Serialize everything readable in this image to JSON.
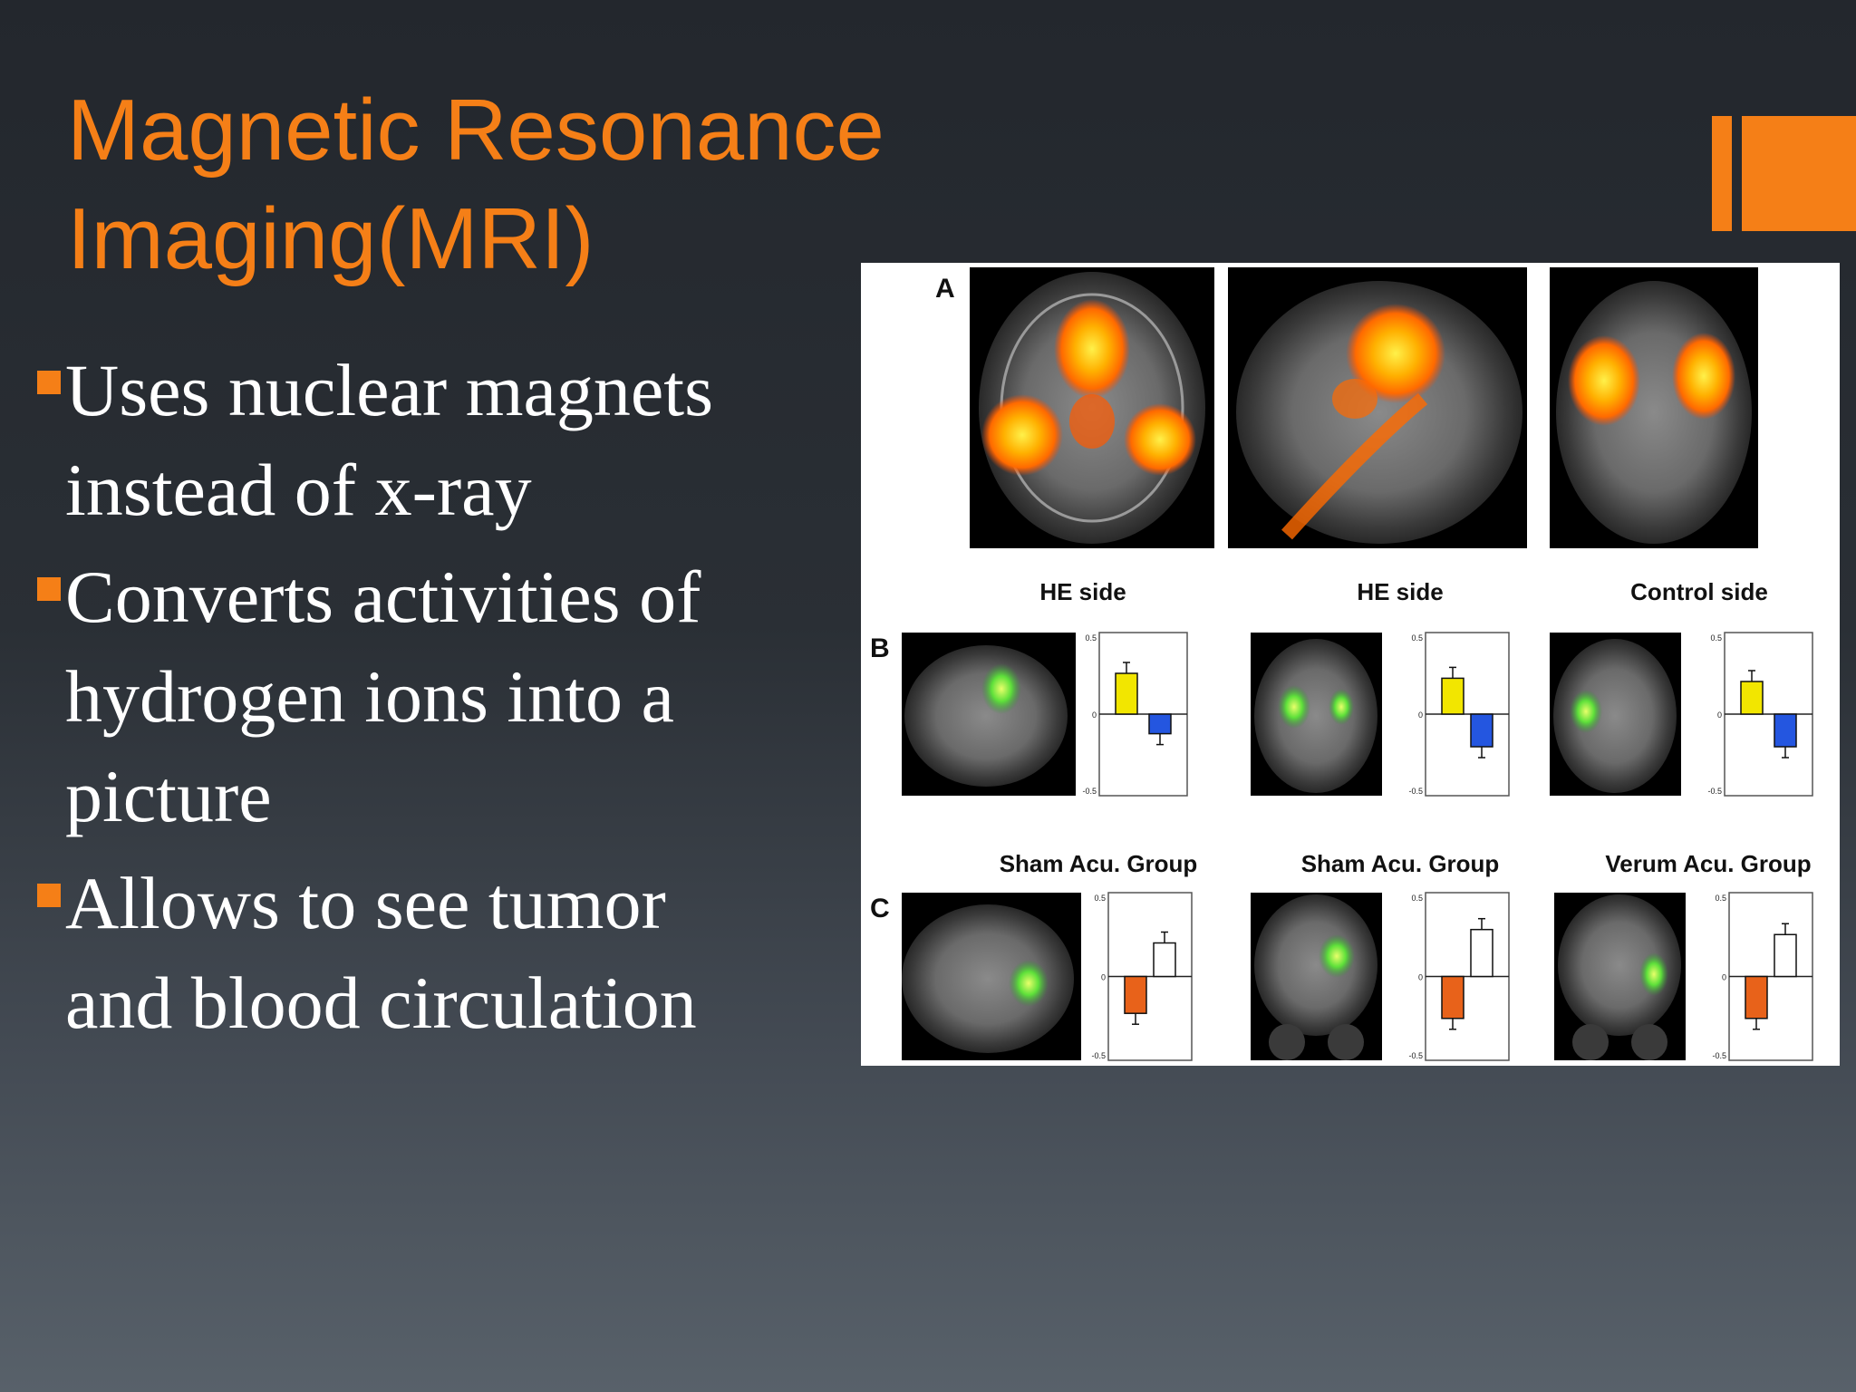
{
  "slide": {
    "title_line1": "Magnetic Resonance",
    "title_line2": "Imaging(MRI)",
    "accent_color": "#f57f17",
    "bullets": [
      {
        "line1": "Uses nuclear magnets",
        "line2": "instead of x-ray",
        "line3": ""
      },
      {
        "line1": "Converts activities of",
        "line2": "hydrogen ions into a",
        "line3": "picture"
      },
      {
        "line1": "Allows to see tumor",
        "line2": "and blood circulation",
        "line3": ""
      }
    ]
  },
  "figure": {
    "panel_labels": {
      "a": "A",
      "b": "B",
      "c": "C"
    },
    "row_b_headers": [
      "HE side",
      "HE side",
      "Control side"
    ],
    "row_c_headers": [
      "Sham Acu. Group",
      "Sham Acu. Group",
      "Verum Acu. Group"
    ],
    "tick_labels": {
      "top": "0.5",
      "zero": "0",
      "bottom": "-0.5"
    },
    "row_b_bars": [
      {
        "left": 0.25,
        "right": -0.12,
        "left_color": "#f2e600",
        "right_color": "#2456e0"
      },
      {
        "left": 0.22,
        "right": -0.2,
        "left_color": "#f2e600",
        "right_color": "#2456e0"
      },
      {
        "left": 0.2,
        "right": -0.2,
        "left_color": "#f2e600",
        "right_color": "#2456e0"
      }
    ],
    "row_c_bars": [
      {
        "left": -0.22,
        "right": 0.2,
        "left_color": "#e8621a",
        "right_color": "#ffffff"
      },
      {
        "left": -0.25,
        "right": 0.28,
        "left_color": "#e8621a",
        "right_color": "#ffffff"
      },
      {
        "left": -0.25,
        "right": 0.25,
        "left_color": "#e8621a",
        "right_color": "#ffffff"
      }
    ]
  }
}
